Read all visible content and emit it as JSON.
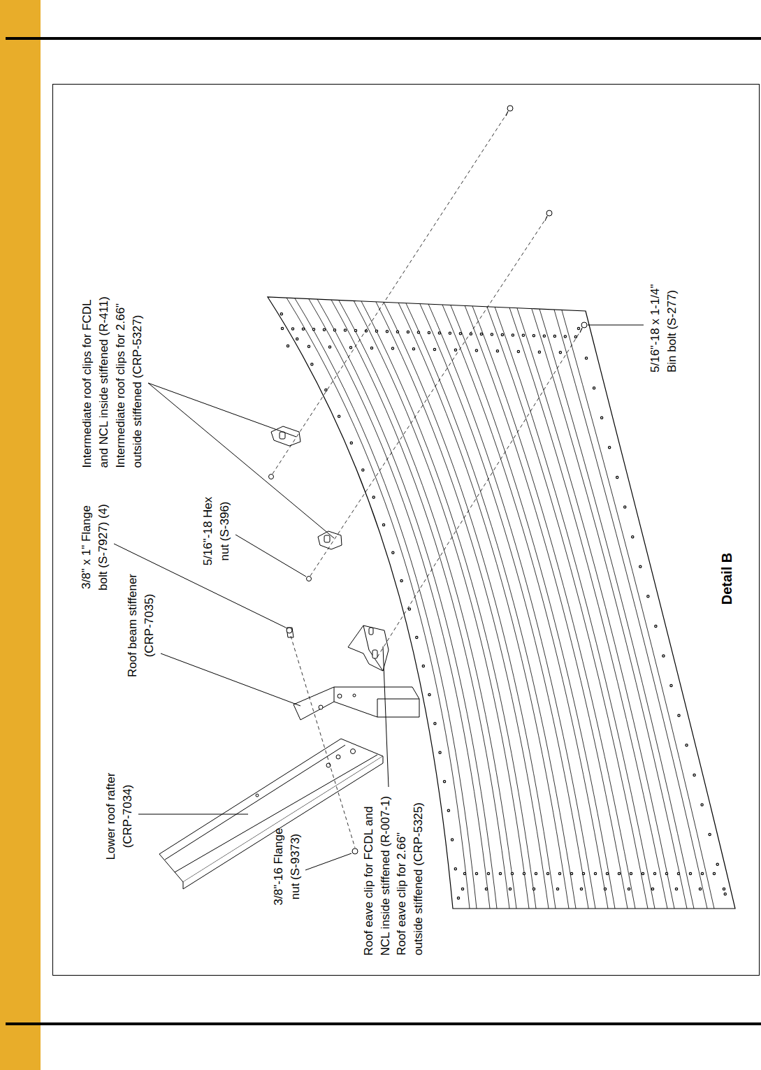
{
  "diagram": {
    "caption": "Detail B",
    "labels": [
      "Intermediate roof clips for FCDL and NCL inside stiffened (R-411)",
      "Intermediate roof clips for 2.66\" outside stiffened (CRP-5327)",
      "3/8\" x 1\" Flange bolt (S-7927) (4)",
      "Lower roof rafter (CRP-7034)",
      "Roof beam stiffener (CRP-7035)",
      "5/16\"-18 Hex nut (S-396)",
      "3/8\"-16 Flange nut (S-9373)",
      "Roof eave clip for FCDL and NCL inside stiffened (R-007-1)",
      "Roof eave clip for 2.66\" outside stiffened (CRP-5325)",
      "5/16\"-18 x 1-1/4\" Bin bolt (S-277)"
    ]
  }
}
